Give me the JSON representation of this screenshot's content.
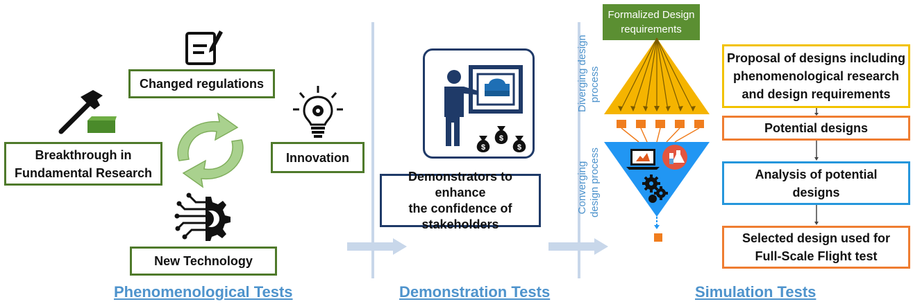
{
  "phenomenological": {
    "changed_regulations": "Changed  regulations",
    "breakthrough_line1": "Breakthrough in",
    "breakthrough_line2": "Fundamental  Research",
    "innovation": "Innovation",
    "new_technology": "New Technology",
    "title": "Phenomenological Tests"
  },
  "demonstration": {
    "box_line1": "Demonstrators to enhance",
    "box_line2": "the confidence of",
    "box_line3": "stakeholders",
    "title": "Demonstration Tests"
  },
  "simulation": {
    "requirements_line1": "Formalized Design",
    "requirements_line2": "requirements",
    "diverging_line1": "Diverging design",
    "diverging_line2": "process",
    "converging_line1": "Converging",
    "converging_line2": "design process",
    "proposal_line1": "Proposal of designs including",
    "proposal_line2": "phenomenological research",
    "proposal_line3": "and design requirements",
    "potential": "Potential designs",
    "analysis_line1": "Analysis of  potential",
    "analysis_line2": "designs",
    "selected_line1": "Selected design used for",
    "selected_line2": "Full-Scale Flight test",
    "title": "Simulation Tests"
  },
  "colors": {
    "green_border": "#4f7a2b",
    "navy_border": "#1f3a68",
    "title_blue": "#4e93cc",
    "funnel_yellow": "#f5b400",
    "funnel_blue": "#2196f3",
    "node_orange": "#f07d1e",
    "requirements_green": "#5b8f32"
  },
  "icons": [
    "hammer-icon",
    "document-pen-icon",
    "lightbulb-gear-icon",
    "cycle-arrows-icon",
    "circuit-gear-icon",
    "presenter-icon",
    "money-bags-icon",
    "laptop-icon",
    "lab-flask-icon",
    "gears-icon"
  ]
}
